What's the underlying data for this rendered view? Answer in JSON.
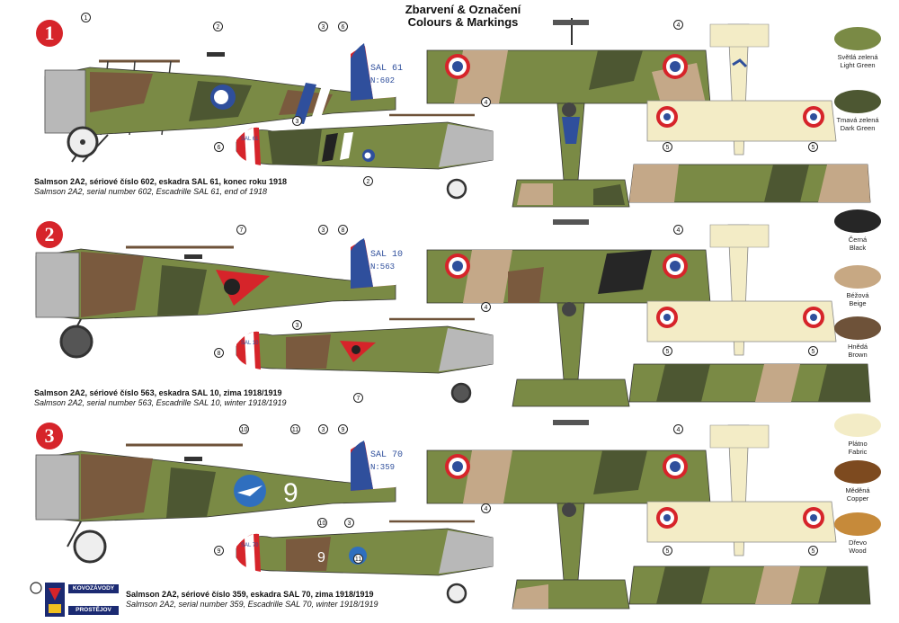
{
  "title": {
    "cz": "Zbarvení & Označení",
    "en": "Colours & Markings"
  },
  "schemes": [
    {
      "number": "1",
      "caption_cz": "Salmson 2A2, sériové číslo 602, eskadra SAL 61, konec roku 1918",
      "caption_en": "Salmson 2A2, serial number 602, Escadrille SAL 61, end of 1918",
      "rudder_unit": "SAL 61",
      "serial": "N:602",
      "callouts_big": [
        "1",
        "2",
        "3",
        "6"
      ],
      "callouts_small": [
        "6",
        "3",
        "2"
      ]
    },
    {
      "number": "2",
      "caption_cz": "Salmson 2A2, sériové číslo 563, eskadra SAL 10, zima 1918/1919",
      "caption_en": "Salmson 2A2, serial number 563,  Escadrille SAL 10, winter 1918/1919",
      "rudder_unit": "SAL 10",
      "serial": "N:563",
      "callouts_big": [
        "7",
        "3",
        "8"
      ],
      "callouts_small": [
        "8",
        "3",
        "7"
      ]
    },
    {
      "number": "3",
      "caption_cz": "Salmson 2A2, sériové číslo 359, eskadra SAL 70, zima 1918/1919",
      "caption_en": "Salmson 2A2, serial number 359, Escadrille SAL 70, winter 1918/1919",
      "rudder_unit": "SAL 70",
      "serial": "N:359",
      "fuselage_number": "9",
      "callouts_big": [
        "10",
        "11",
        "3",
        "9"
      ],
      "callouts_small": [
        "9",
        "10",
        "3",
        "11"
      ]
    }
  ],
  "plan_callouts": {
    "top": "4",
    "under": "5"
  },
  "swatches": [
    {
      "cz": "Světlá zelená",
      "en": "Light Green",
      "color": "#7a8a45"
    },
    {
      "cz": "Tmavá zelená",
      "en": "Dark Green",
      "color": "#4d5732"
    },
    {
      "cz": "Černá",
      "en": "Black",
      "color": "#262626"
    },
    {
      "cz": "Béžová",
      "en": "Beige",
      "color": "#c7a883"
    },
    {
      "cz": "Hnědá",
      "en": "Brown",
      "color": "#6e5239"
    },
    {
      "cz": "Plátno",
      "en": "Fabric",
      "color": "#f3ecc6"
    },
    {
      "cz": "Měděná",
      "en": "Copper",
      "color": "#7d4a1f"
    },
    {
      "cz": "Dřevo",
      "en": "Wood",
      "color": "#c68a3a"
    }
  ],
  "logo": {
    "line1": "KOVOZÁVODY",
    "line2": "PROSTĚJOV"
  },
  "colors": {
    "green": "#7a8a45",
    "darkgreen": "#4d5732",
    "brown": "#7a5a3e",
    "beige": "#c4a888",
    "red": "#d6242a",
    "blue": "#2f4f9c",
    "fabric": "#f3ecc6"
  }
}
